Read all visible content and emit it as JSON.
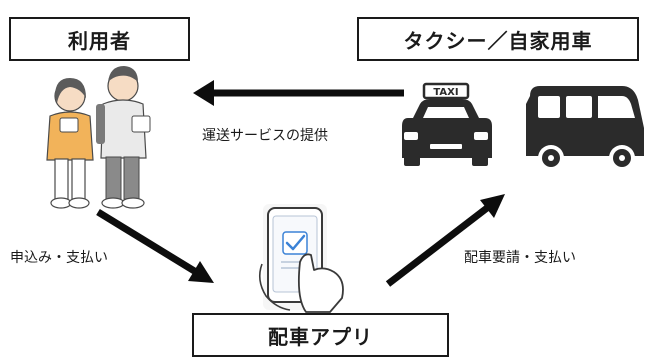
{
  "nodes": {
    "user": "利用者",
    "taxi": "タクシー／自家用車",
    "app": "配車アプリ"
  },
  "edges": {
    "transport": "運送サービスの提供",
    "apply": "申込み・支払い",
    "request": "配車要請・支払い"
  },
  "taxi_sign": "TAXI",
  "colors": {
    "vehicle": "#2b2b2b",
    "arrow": "#0d0d0d",
    "phone_screen": "#f7f9fc",
    "phone_accent": "#3b82d6",
    "skin": "#f6dcc4",
    "shirt_yellow": "#f2b35a"
  }
}
